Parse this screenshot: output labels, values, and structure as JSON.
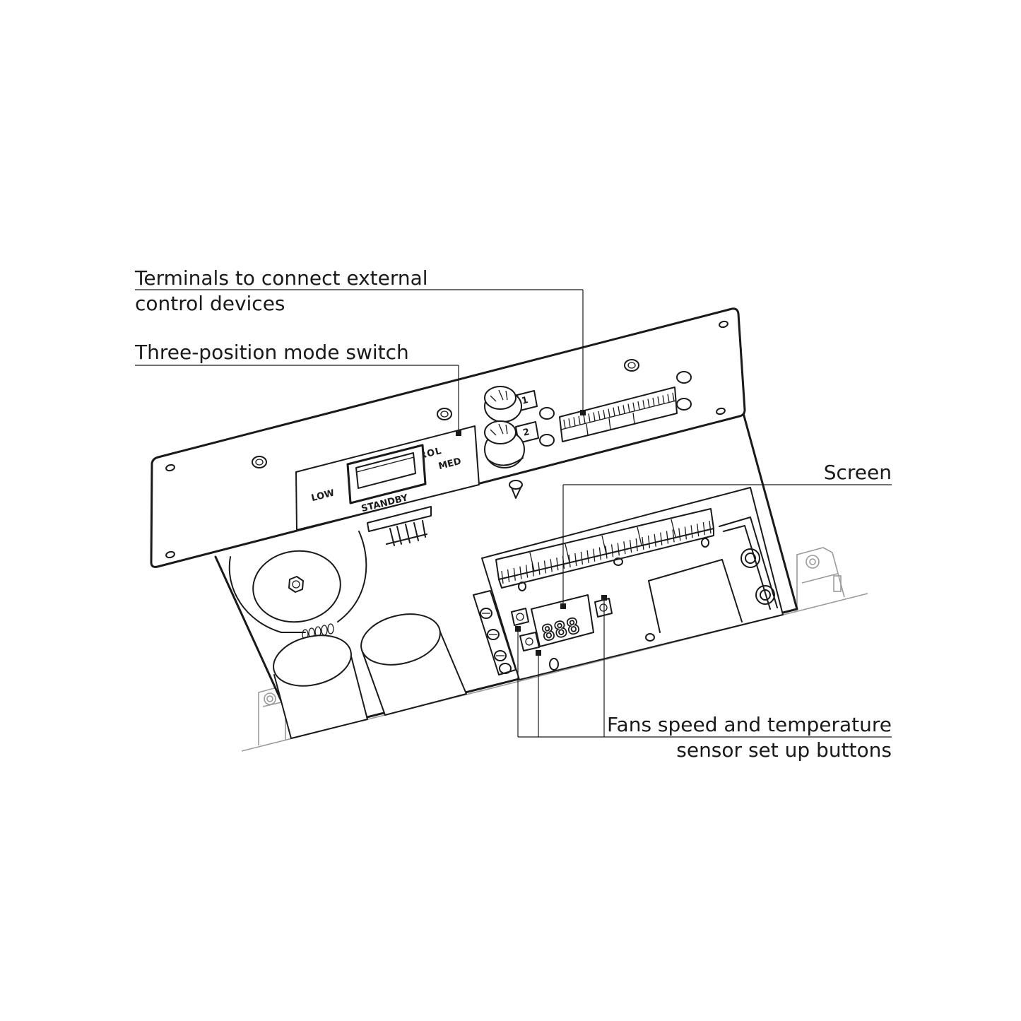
{
  "callouts": {
    "terminals": {
      "line1": "Terminals to connect external",
      "line2": "control devices"
    },
    "mode_switch": {
      "line1": "Three-position mode switch"
    },
    "screen": {
      "line1": "Screen"
    },
    "buttons": {
      "line1": "Fans speed and temperature",
      "line2": "sensor set up buttons"
    }
  },
  "panel_labels": {
    "control": "SPEED CONTROL",
    "low": "LOW",
    "med": "MED",
    "standby": "STANDBY",
    "fuse1": "1",
    "fuse2": "2"
  },
  "display": {
    "digits": "888"
  }
}
